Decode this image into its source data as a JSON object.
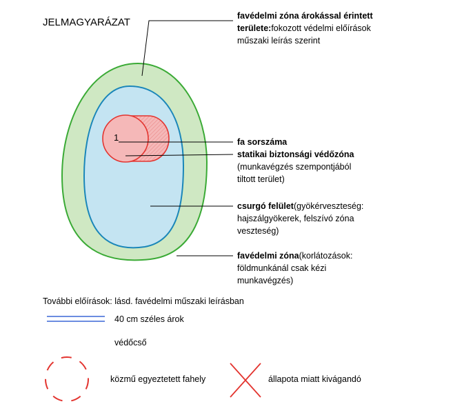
{
  "title": "JELMAGYARÁZAT",
  "tree_number": "1",
  "legend": {
    "trench_zone": {
      "title": "favédelmi zóna árokással érintett",
      "bold_prefix": "területe:",
      "desc": "fokozott védelmi előírások",
      "desc2": "műszaki leírás szerint"
    },
    "tree_number_label": "fa sorszáma",
    "static_zone": {
      "title": "statikai biztonsági védőzóna",
      "desc": [
        "(munkavégzés szempontjából",
        "tiltott terület)"
      ]
    },
    "drip": {
      "title": "csurgó felület",
      "desc": [
        "(gyökérveszteség:",
        "hajszálgyökerek, felszívó zóna",
        "veszteség)"
      ]
    },
    "protection": {
      "title": "favédelmi zóna",
      "desc": [
        "(korlátozások:",
        "földmunkánál csak kézi",
        "munkavégzés)"
      ]
    }
  },
  "further": "További előírások: lásd. favédelmi műszaki leírásban",
  "trench_label": "40 cm széles árok",
  "pipe_label": "védőcső",
  "utility_label": "közmű egyeztetett fahely",
  "cut_label": "állapota miatt kivágandó",
  "colors": {
    "protection_fill": "#cfe8c3",
    "protection_stroke": "#3aaa35",
    "drip_fill": "#c4e4f2",
    "drip_stroke": "#1a86b9",
    "static_fill": "#f5b8b8",
    "static_stroke": "#e3342f",
    "trench_line": "#3a66d6",
    "red_symbol": "#e3342f"
  }
}
